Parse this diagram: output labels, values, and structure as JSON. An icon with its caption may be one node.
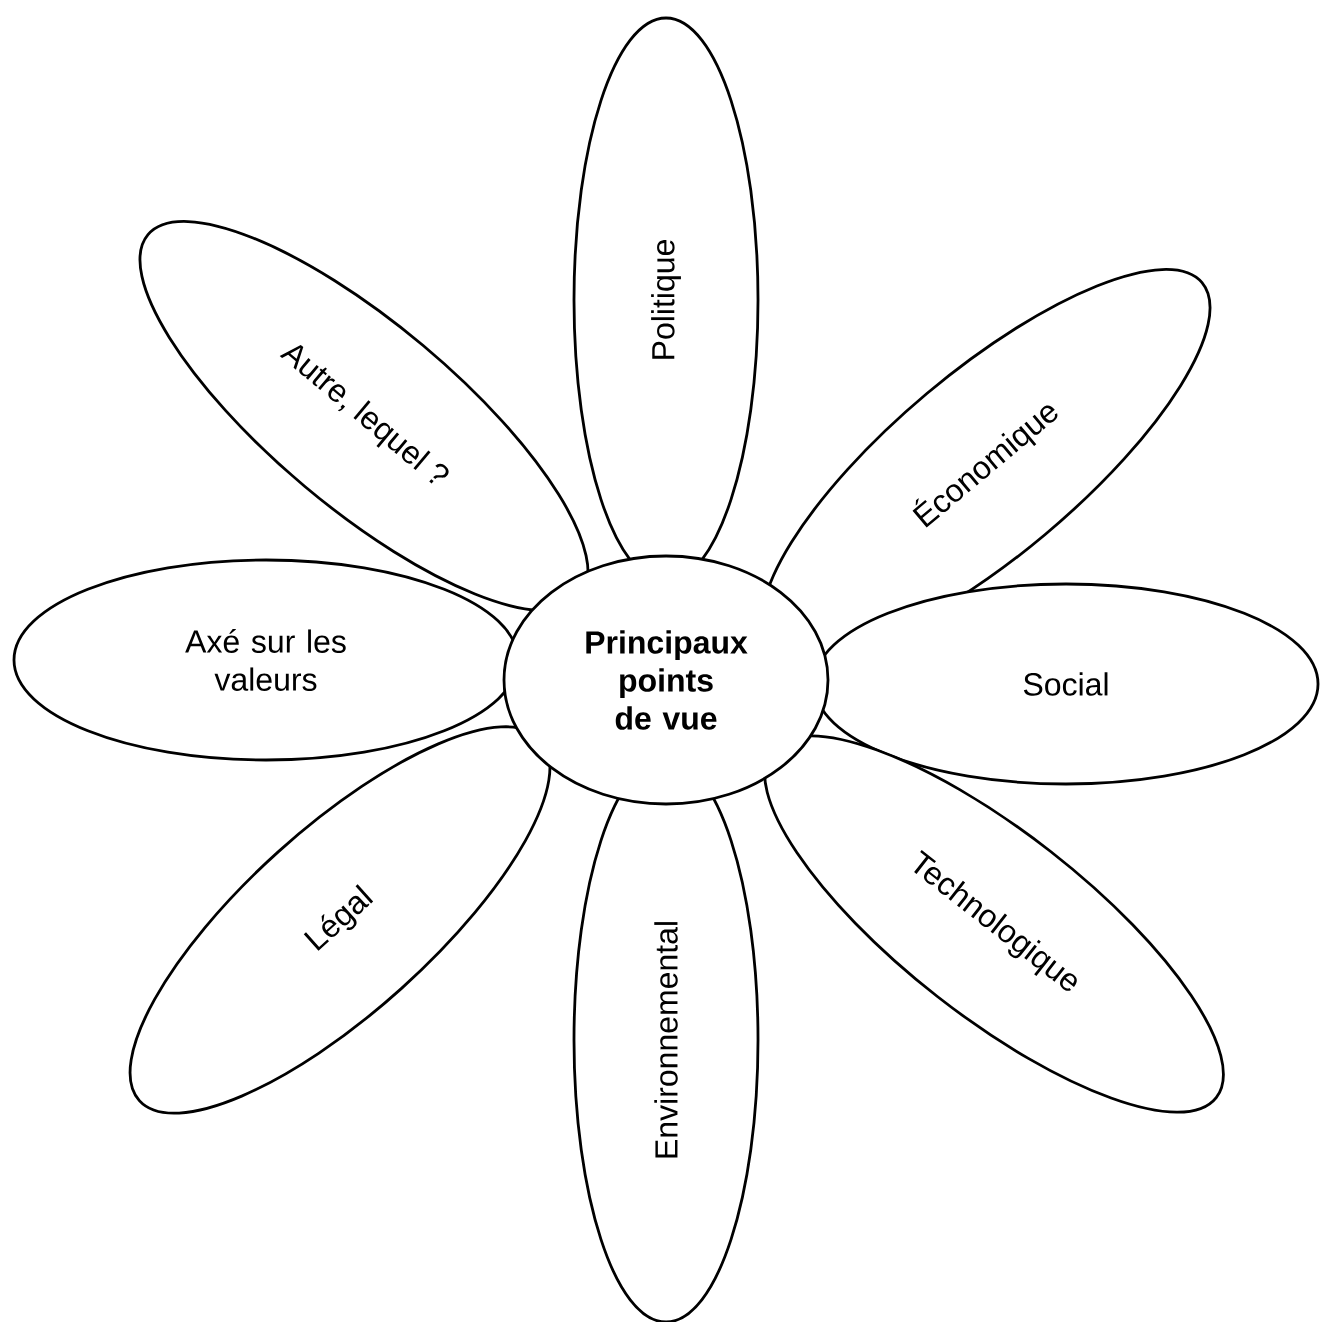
{
  "diagram": {
    "nodes": [
      {
        "text": [
          "Principaux points de vue"
        ]
      },
      {
        "text": [
          "Politique"
        ]
      },
      {
        "text": [
          "Économique"
        ]
      },
      {
        "text": [
          "Social"
        ]
      },
      {
        "text": [
          "Technologique"
        ]
      },
      {
        "text": [
          "Environnemental"
        ]
      },
      {
        "text": [
          "Légal"
        ]
      },
      {
        "text": [
          "Axé sur les valeurs"
        ]
      },
      {
        "text": [
          "Autre, lequel ?"
        ]
      }
    ]
  }
}
